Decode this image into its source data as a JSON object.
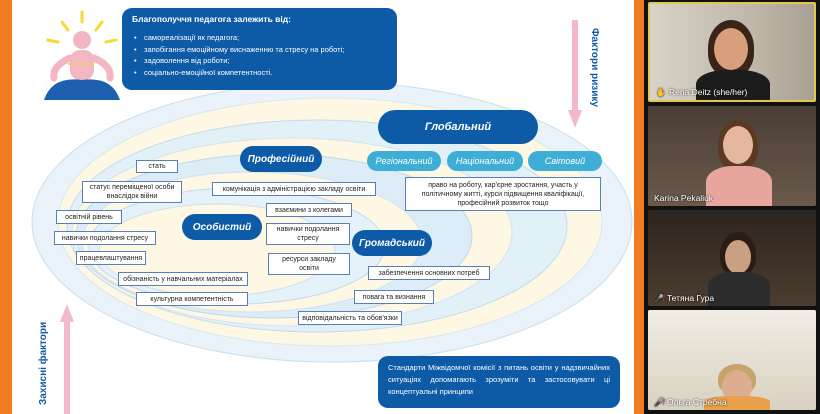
{
  "slide": {
    "top_box": {
      "title": "Благополуччя педагога залежить від:",
      "items": [
        "самореалізації як педагога;",
        "запобігання емоційному виснаженню та стресу на роботі;",
        "задоволення від роботи;",
        "соціально-емоційної компетентності."
      ]
    },
    "risk_label": "Фактори ризику",
    "protect_label": "Захисні фактори",
    "levels": {
      "global": "Глобальний",
      "regional": "Регіональний",
      "national": "Національний",
      "world": "Світовий",
      "professional": "Професійний",
      "personal": "Особистий",
      "community": "Громадський"
    },
    "tags": {
      "gender": "стать",
      "displaced": "статус переміщеної особи внаслідок війни",
      "education": "освітній рівень",
      "stress_skills": "навички подолання стресу",
      "diligence": "працевлаштування",
      "materials": "обізнаність у навчальних матеріалах",
      "culture": "культурна компетентність",
      "admin": "комунікація з адміністрацією закладу освіти",
      "colleagues": "взаємини з колегами",
      "stress_skills2": "навички подолання стресу",
      "resources": "ресурси закладу освіти",
      "rights": "право на роботу, кар'єрне зростання, участь у політичному житті, курси підвищення кваліфікації, професійний розвиток тощо",
      "basic_needs": "забезпечення основних потреб",
      "respect": "повага та визнання",
      "responsibility": "відповідальність та обов'язки"
    },
    "bottom_box": "Стандарти Міжвідомчої комісії з питань освіти у надзвичайних ситуаціях допомагають зрозуміти та застосовувати ці концептуальні принципи"
  },
  "participants": [
    {
      "name": "Rena Deitz (she/her)",
      "muted": false
    },
    {
      "name": "Karina Pekaliuk",
      "muted": false
    },
    {
      "name": "Тетяна Гура",
      "muted": true
    },
    {
      "name": "Ольга Стребна",
      "muted": true
    }
  ]
}
